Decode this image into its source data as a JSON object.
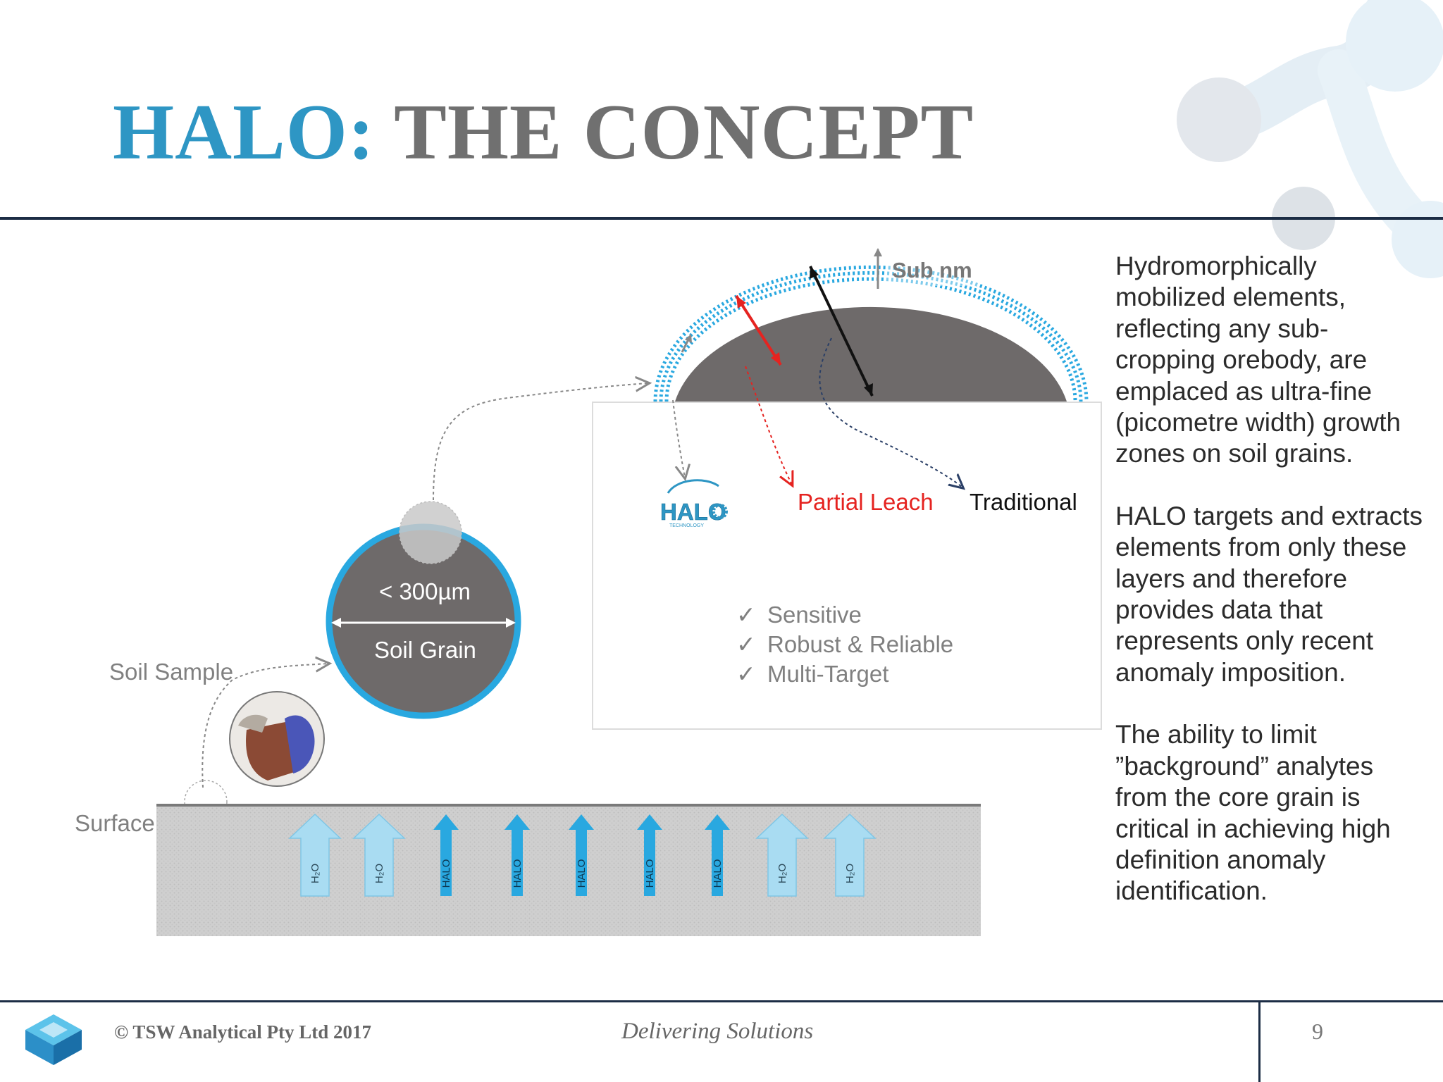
{
  "title": {
    "accent": "HALO:",
    "main": "THE CONCEPT"
  },
  "diagram": {
    "sub_nm": "Sub nm",
    "partial_leach": "Partial Leach",
    "traditional": "Traditional",
    "halo_logo": "HALO",
    "halo_logo_sub": "TECHNOLOGY",
    "grain_size": "< 300µm",
    "grain_label": "Soil Grain",
    "soil_sample": "Soil Sample",
    "surface": "Surface",
    "benefits": [
      "Sensitive",
      "Robust & Reliable",
      "Multi-Target"
    ],
    "check": "✓",
    "arrow_h2o": "H₂O",
    "arrow_halo": "HALO"
  },
  "side_text": [
    "Hydromorphically mobilized elements, reflecting any sub-cropping orebody, are emplaced as ultra-fine (picometre width) growth zones on soil grains.",
    "HALO targets and extracts elements from only these layers and therefore provides data that represents only recent anomaly imposition.",
    "The ability to limit ”background” analytes from the core grain is critical in achieving high definition anomaly identification."
  ],
  "footer": {
    "copyright": "© TSW Analytical Pty Ltd 2017",
    "tagline": "Delivering Solutions",
    "page_number": "9"
  },
  "colors": {
    "accent": "#2e96c4",
    "title_grey": "#707070",
    "navy": "#1c2d45",
    "grain": "#6e6a6a",
    "halo_blue": "#29a8e0",
    "red": "#e52320"
  }
}
